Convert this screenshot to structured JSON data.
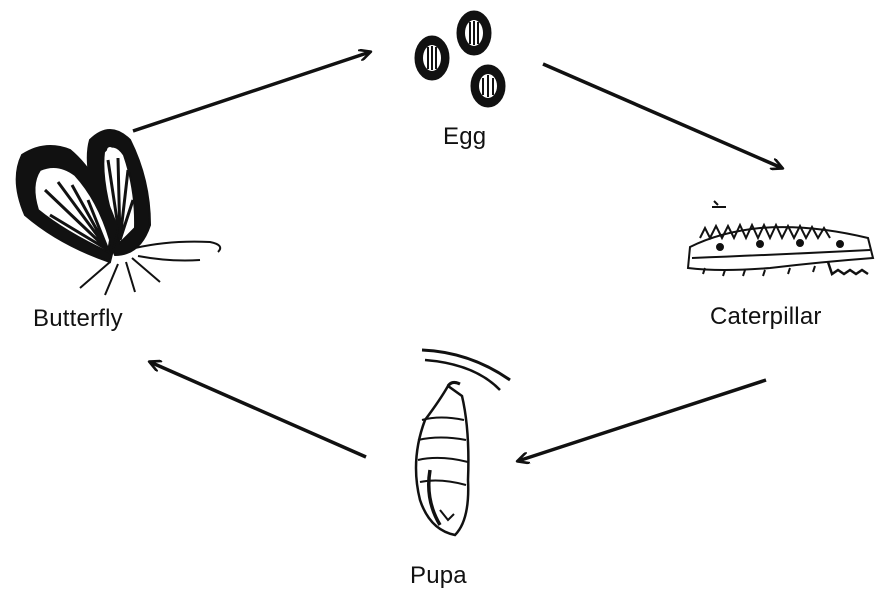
{
  "stages": {
    "egg": "Egg",
    "caterpillar": "Caterpillar",
    "pupa": "Pupa",
    "butterfly": "Butterfly"
  },
  "colors": {
    "ink": "#111111",
    "background": "#ffffff"
  }
}
